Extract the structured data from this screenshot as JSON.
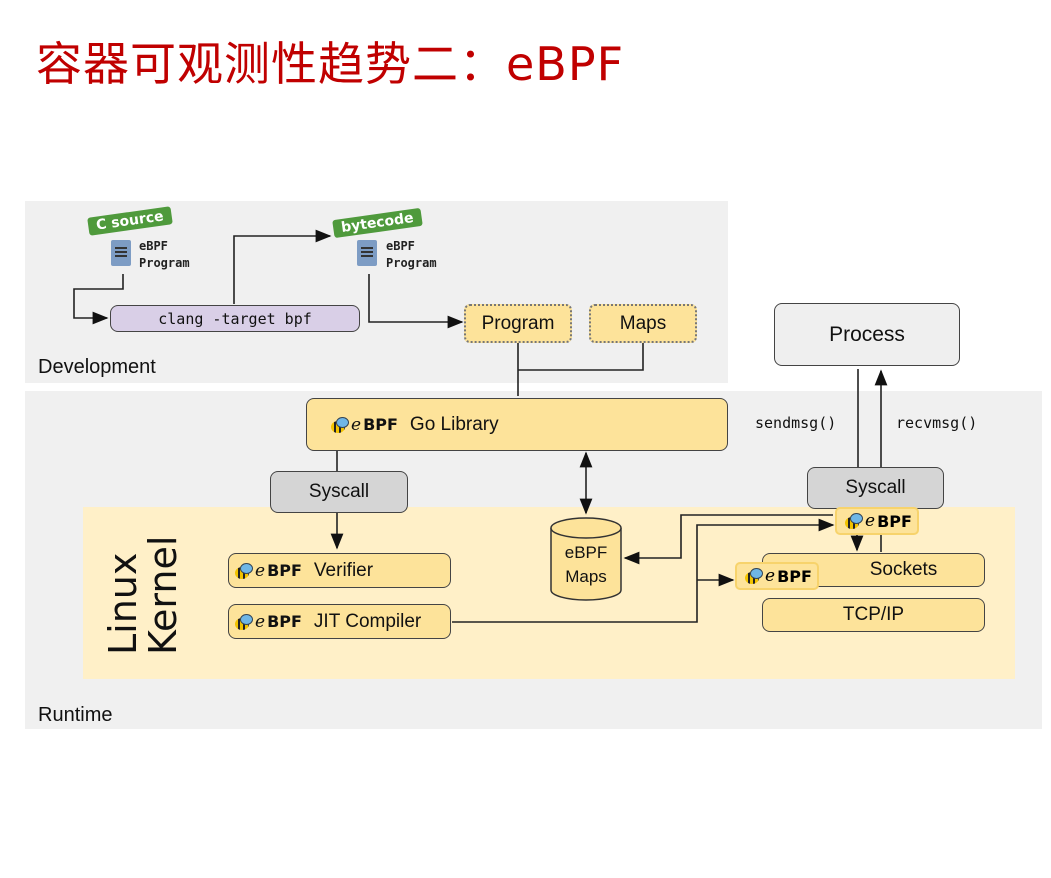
{
  "title": "容器可观测性趋势二：eBPF",
  "development": {
    "label": "Development",
    "c_source_tag": "C source",
    "bytecode_tag": "bytecode",
    "source_file": {
      "line1": "eBPF",
      "line2": "Program"
    },
    "bytecode_file": {
      "line1": "eBPF",
      "line2": "Program"
    },
    "compiler": "clang -target bpf",
    "program": "Program",
    "maps": "Maps"
  },
  "process": "Process",
  "runtime": {
    "label": "Runtime",
    "go_library": "Go Library",
    "syscall_left": "Syscall",
    "syscall_right": "Syscall",
    "sendmsg": "sendmsg()",
    "recvmsg": "recvmsg()",
    "kernel_label_1": "Linux",
    "kernel_label_2": "Kernel",
    "verifier": "Verifier",
    "jit": "JIT Compiler",
    "maps_store": {
      "line1": "eBPF",
      "line2": "Maps"
    },
    "sockets": "Sockets",
    "tcpip": "TCP/IP"
  },
  "ebpf_logo": {
    "e": "e",
    "bpf": "BPF",
    "icon": "bee-icon"
  }
}
